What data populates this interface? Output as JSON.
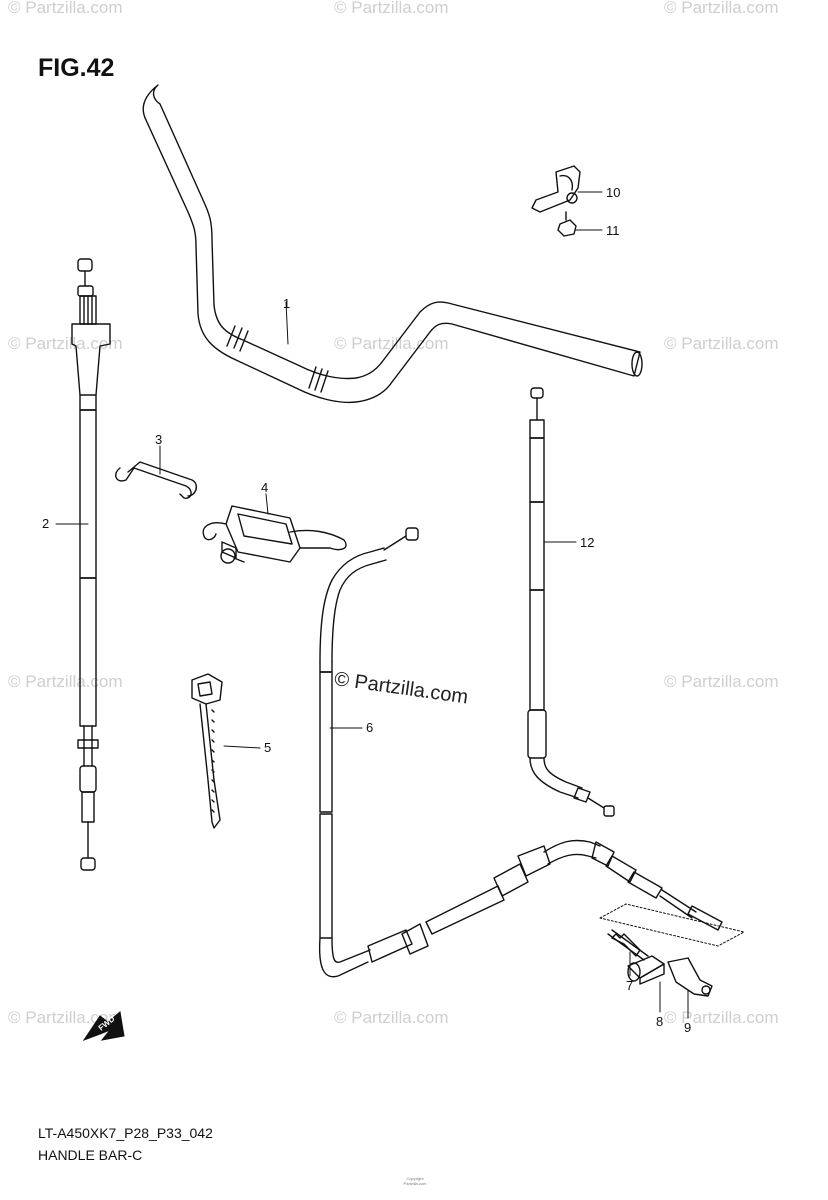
{
  "figure": {
    "title": "FIG.42",
    "model_code": "LT-A450XK7_P28_P33_042",
    "name": "HANDLE BAR-C"
  },
  "watermark": {
    "text": "© Partzilla.com",
    "center_text": "© Partzilla.com",
    "color": "#cfcfcf"
  },
  "fwd_label": "FWD",
  "callouts": {
    "c1": "1",
    "c2": "2",
    "c3": "3",
    "c4": "4",
    "c5": "5",
    "c6": "6",
    "c7": "7",
    "c8": "8",
    "c9": "9",
    "c10": "10",
    "c11": "11",
    "c12": "12"
  },
  "copyright": {
    "line1": "Copyright",
    "line2": "Partzilla.com"
  }
}
